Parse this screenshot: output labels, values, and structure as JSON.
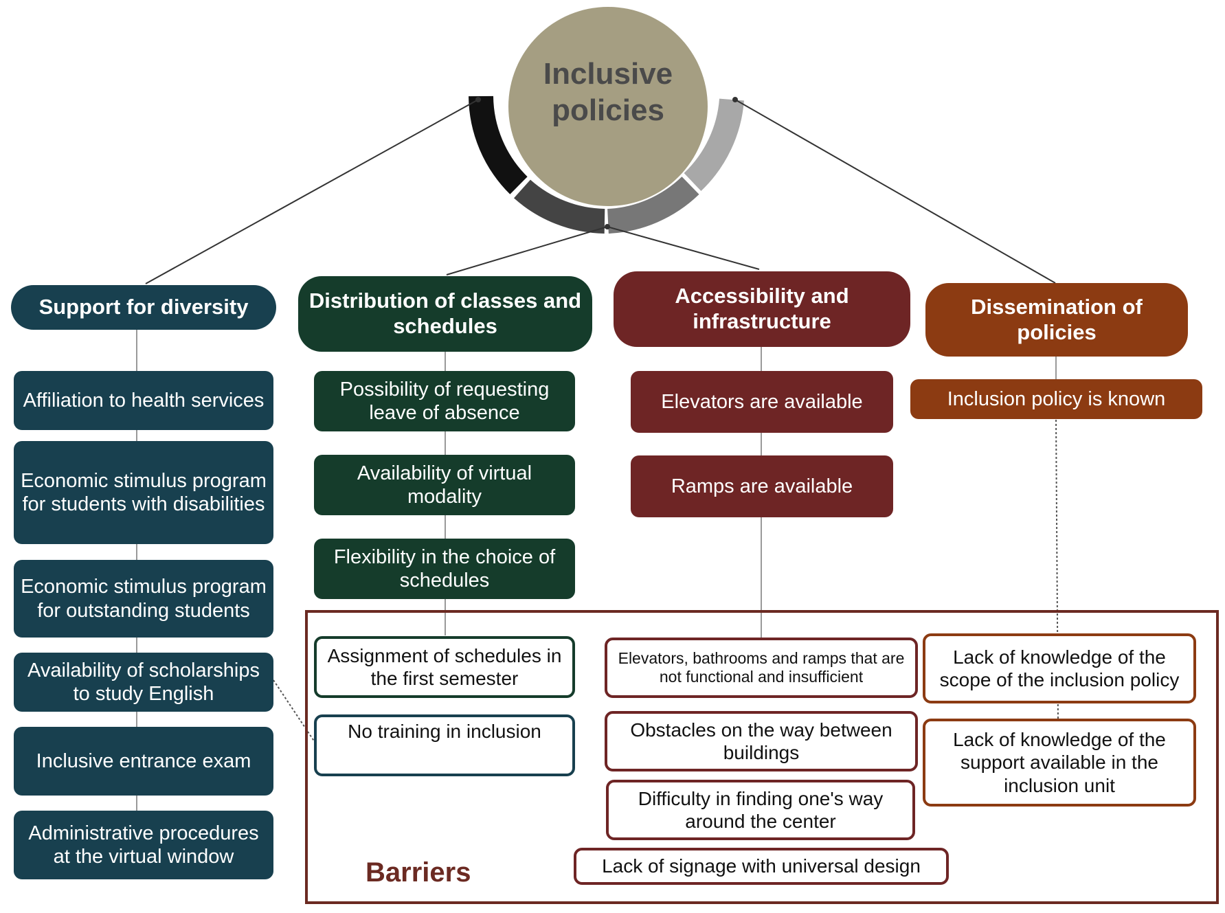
{
  "center": {
    "title": "Inclusive policies"
  },
  "categories": {
    "support_diversity": {
      "title": "Support for diversity",
      "items": [
        "Affiliation to health services",
        "Economic stimulus program for students with disabilities",
        "Economic stimulus program for outstanding students",
        "Availability of scholarships to study English",
        "Inclusive entrance exam",
        "Administrative procedures at the virtual window"
      ]
    },
    "distribution": {
      "title": "Distribution of classes and schedules",
      "items": [
        "Possibility of requesting leave of absence",
        "Availability of virtual modality",
        "Flexibility in the choice of schedules"
      ]
    },
    "accessibility": {
      "title": "Accessibility and infrastructure",
      "items": [
        "Elevators are available",
        "Ramps are available"
      ]
    },
    "dissemination": {
      "title": "Dissemination of policies",
      "items": [
        "Inclusion policy is known"
      ]
    }
  },
  "barriers": {
    "label": "Barriers",
    "distribution": [
      "Assignment of schedules in the first semester",
      "No training in inclusion"
    ],
    "accessibility": [
      "Elevators, bathrooms and ramps that are not functional and insufficient",
      "Obstacles on the way between buildings",
      "Difficulty in finding one's way around the center",
      "Lack of signage with universal design"
    ],
    "dissemination": [
      "Lack of knowledge of the scope of the inclusion policy",
      "Lack of knowledge of the support available in the inclusion unit"
    ]
  },
  "colors": {
    "support_diversity": "#18404f",
    "distribution": "#153c2b",
    "accessibility": "#6e2525",
    "dissemination": "#8c3b12",
    "center": "#a59e82"
  }
}
